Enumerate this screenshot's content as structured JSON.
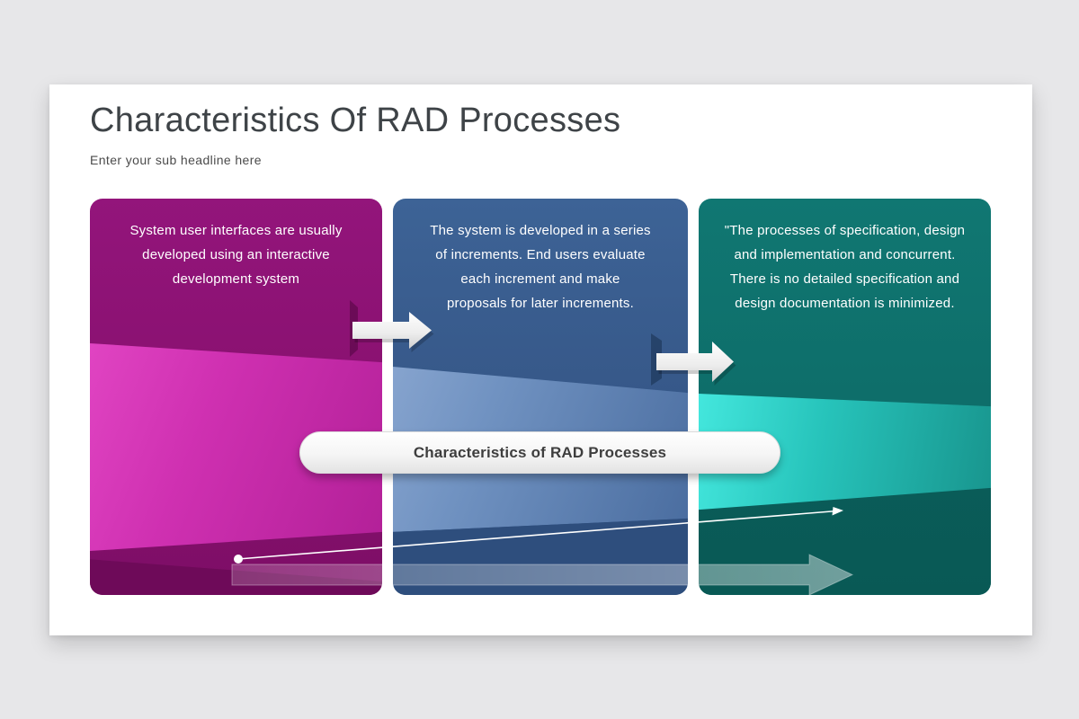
{
  "page_background": "#e7e7e9",
  "slide": {
    "background": "#ffffff",
    "title": "Characteristics Of RAD Processes",
    "subtitle": "Enter your sub headline here"
  },
  "banner": {
    "label": "Characteristics of RAD Processes",
    "background": "#f8f8f8",
    "text_color": "#3e3e3e"
  },
  "panels": [
    {
      "name": "interactive-development",
      "accent": "#8e1277",
      "wedge_start": "#e74cc9",
      "wedge_end": "#b01f96",
      "text": "System user interfaces are usually\ndeveloped using an interactive\ndevelopment system"
    },
    {
      "name": "incremental-development",
      "accent": "#3b6093",
      "wedge_start": "#93aed6",
      "wedge_end": "#46699c",
      "text": "The system is developed in a series\nof increments. End users evaluate\neach increment and make\nproposals for later increments."
    },
    {
      "name": "concurrent-processes",
      "accent": "#0f7672",
      "wedge_start": "#4bf0e6",
      "wedge_end": "#17918a",
      "text": "\"The processes of specification, design\nand implementation and concurrent.\nThere is no detailed specification and\ndesign documentation is minimized."
    }
  ],
  "decorations": {
    "flow_arrow_color": "#f0f0f0",
    "trend_line_color": "#ffffff",
    "progress_arrow_color": "#ffffff"
  }
}
